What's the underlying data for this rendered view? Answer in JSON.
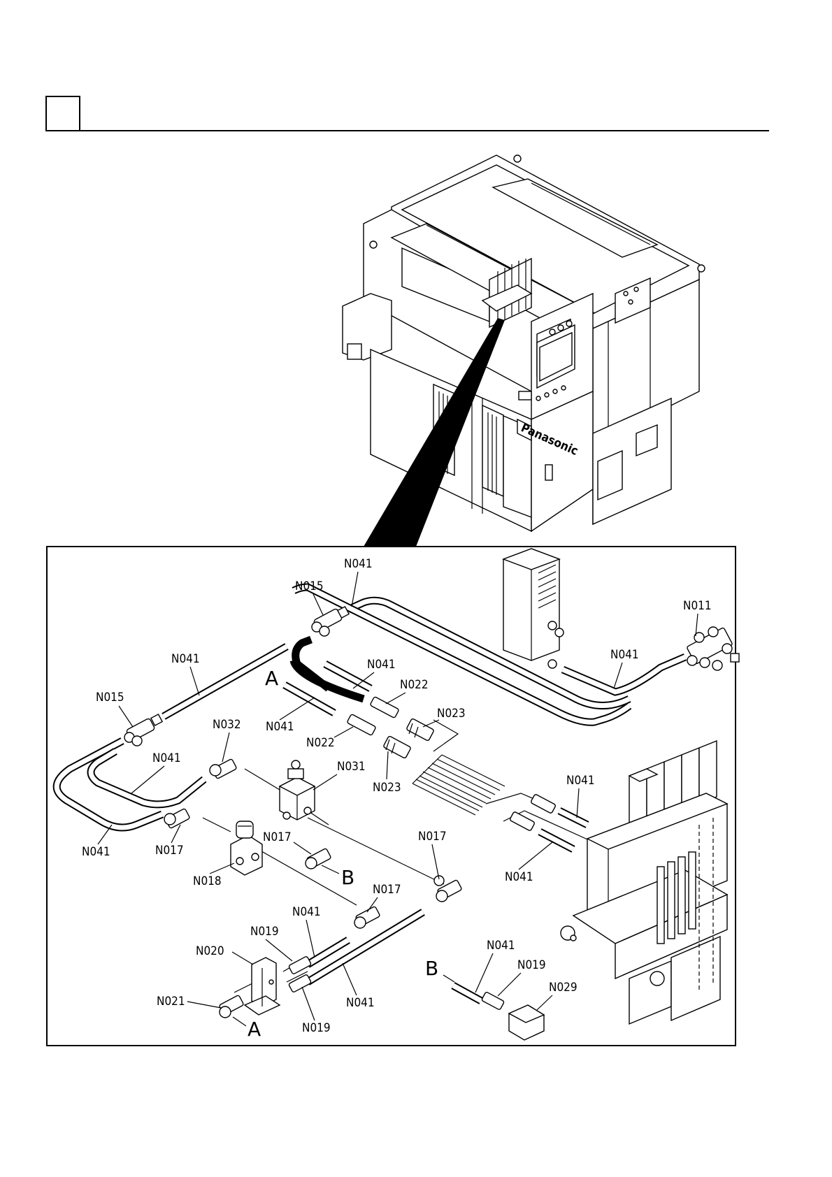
{
  "header": {
    "section_box_text": ""
  },
  "labels": {
    "N041_top": "N041",
    "N015_top": "N015",
    "N011": "N011",
    "N041_right": "N041",
    "N041_left_upper": "N041",
    "N041_mid_upper": "N041",
    "N022_upper": "N022",
    "A_top": "A",
    "N015_left": "N015",
    "N032": "N032",
    "N041_mid": "N041",
    "N023_upper": "N023",
    "N022_lower": "N022",
    "N041_left_mid": "N041",
    "N031": "N031",
    "N023_lower": "N023",
    "N041_head": "N041",
    "N041_left_bottom": "N041",
    "N017_left": "N017",
    "N017_mid": "N017",
    "N017_right": "N017",
    "N041_head_lower": "N041",
    "B_mid": "B",
    "N018": "N018",
    "N017_lower": "N017",
    "N041_valve": "N041",
    "N019_upper": "N019",
    "N020": "N020",
    "N021": "N021",
    "A_bottom": "A",
    "N019_lower": "N019",
    "N041_valve_lower": "N041",
    "N041_b": "N041",
    "B_bottom": "B",
    "N019_b": "N019",
    "N029": "N029"
  },
  "machine": {
    "brand_plate": "Panasonic"
  }
}
